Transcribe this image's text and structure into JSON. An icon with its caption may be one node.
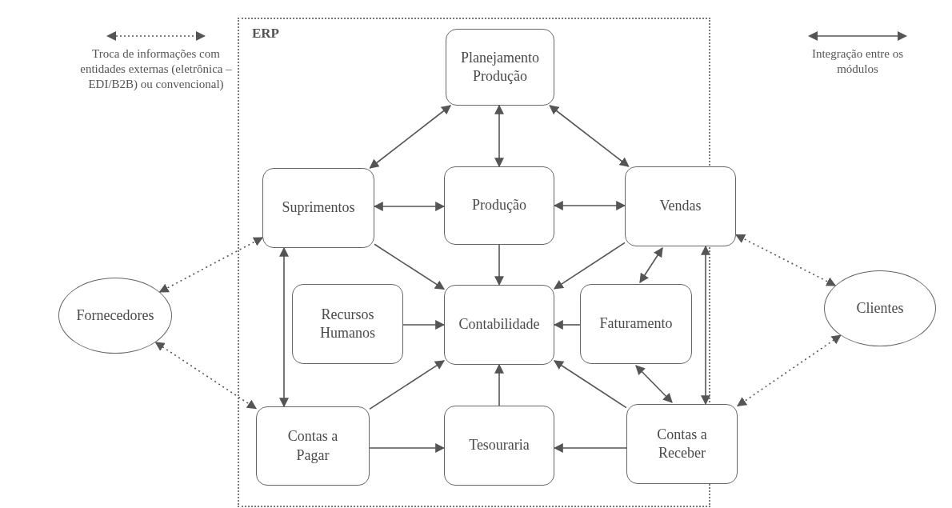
{
  "diagram": {
    "nodes": [
      {
        "text": [
          "ERP"
        ]
      },
      {
        "text": [
          "Planejamento Produção"
        ],
        "in": 0
      },
      {
        "text": [
          "Suprimentos"
        ],
        "in": 0
      },
      {
        "text": [
          "Produção"
        ],
        "in": 0
      },
      {
        "text": [
          "Vendas"
        ],
        "in": 0
      },
      {
        "text": [
          "Recursos Humanos"
        ],
        "in": 0
      },
      {
        "text": [
          "Contabilidade"
        ],
        "in": 0
      },
      {
        "text": [
          "Faturamento"
        ],
        "in": 0
      },
      {
        "text": [
          "Contas a Pagar"
        ],
        "in": 0
      },
      {
        "text": [
          "Tesouraria"
        ],
        "in": 0
      },
      {
        "text": [
          "Contas a Receber"
        ],
        "in": 0
      },
      {
        "text": [
          "Fornecedores"
        ]
      },
      {
        "text": [
          "Clientes"
        ]
      }
    ],
    "edges": [
      {
        "from": 1,
        "to": 2,
        "arrow": "both"
      },
      {
        "from": 1,
        "to": 3,
        "arrow": "both"
      },
      {
        "from": 1,
        "to": 4,
        "arrow": "both"
      },
      {
        "from": 2,
        "to": 3,
        "arrow": "both"
      },
      {
        "from": 3,
        "to": 4,
        "arrow": "both"
      },
      {
        "from": 2,
        "to": 6,
        "arrow": "to"
      },
      {
        "from": 3,
        "to": 6,
        "arrow": "to"
      },
      {
        "from": 4,
        "to": 6,
        "arrow": "to"
      },
      {
        "from": 4,
        "to": 7,
        "arrow": "both"
      },
      {
        "from": 4,
        "to": 10,
        "arrow": "both"
      },
      {
        "from": 2,
        "to": 8,
        "arrow": "both"
      },
      {
        "from": 5,
        "to": 6,
        "arrow": "to"
      },
      {
        "from": 7,
        "to": 6,
        "arrow": "to"
      },
      {
        "from": 7,
        "to": 10,
        "arrow": "both"
      },
      {
        "from": 8,
        "to": 6,
        "arrow": "to"
      },
      {
        "from": 9,
        "to": 6,
        "arrow": "to"
      },
      {
        "from": 10,
        "to": 6,
        "arrow": "to"
      },
      {
        "from": 8,
        "to": 9,
        "arrow": "to"
      },
      {
        "from": 10,
        "to": 9,
        "arrow": "to"
      },
      {
        "from": 2,
        "to": 11,
        "arrow": "both",
        "style": "dashed"
      },
      {
        "from": 8,
        "to": 11,
        "arrow": "both",
        "style": "dashed"
      },
      {
        "from": 4,
        "to": 12,
        "arrow": "both",
        "style": "dashed"
      },
      {
        "from": 10,
        "to": 12,
        "arrow": "both",
        "style": "dashed"
      }
    ],
    "legend": [
      {
        "text": "Troca de informações com entidades externas (eletrônica – EDI/B2B) ou convencional)"
      },
      {
        "text": "Integração entre os módulos"
      }
    ]
  }
}
